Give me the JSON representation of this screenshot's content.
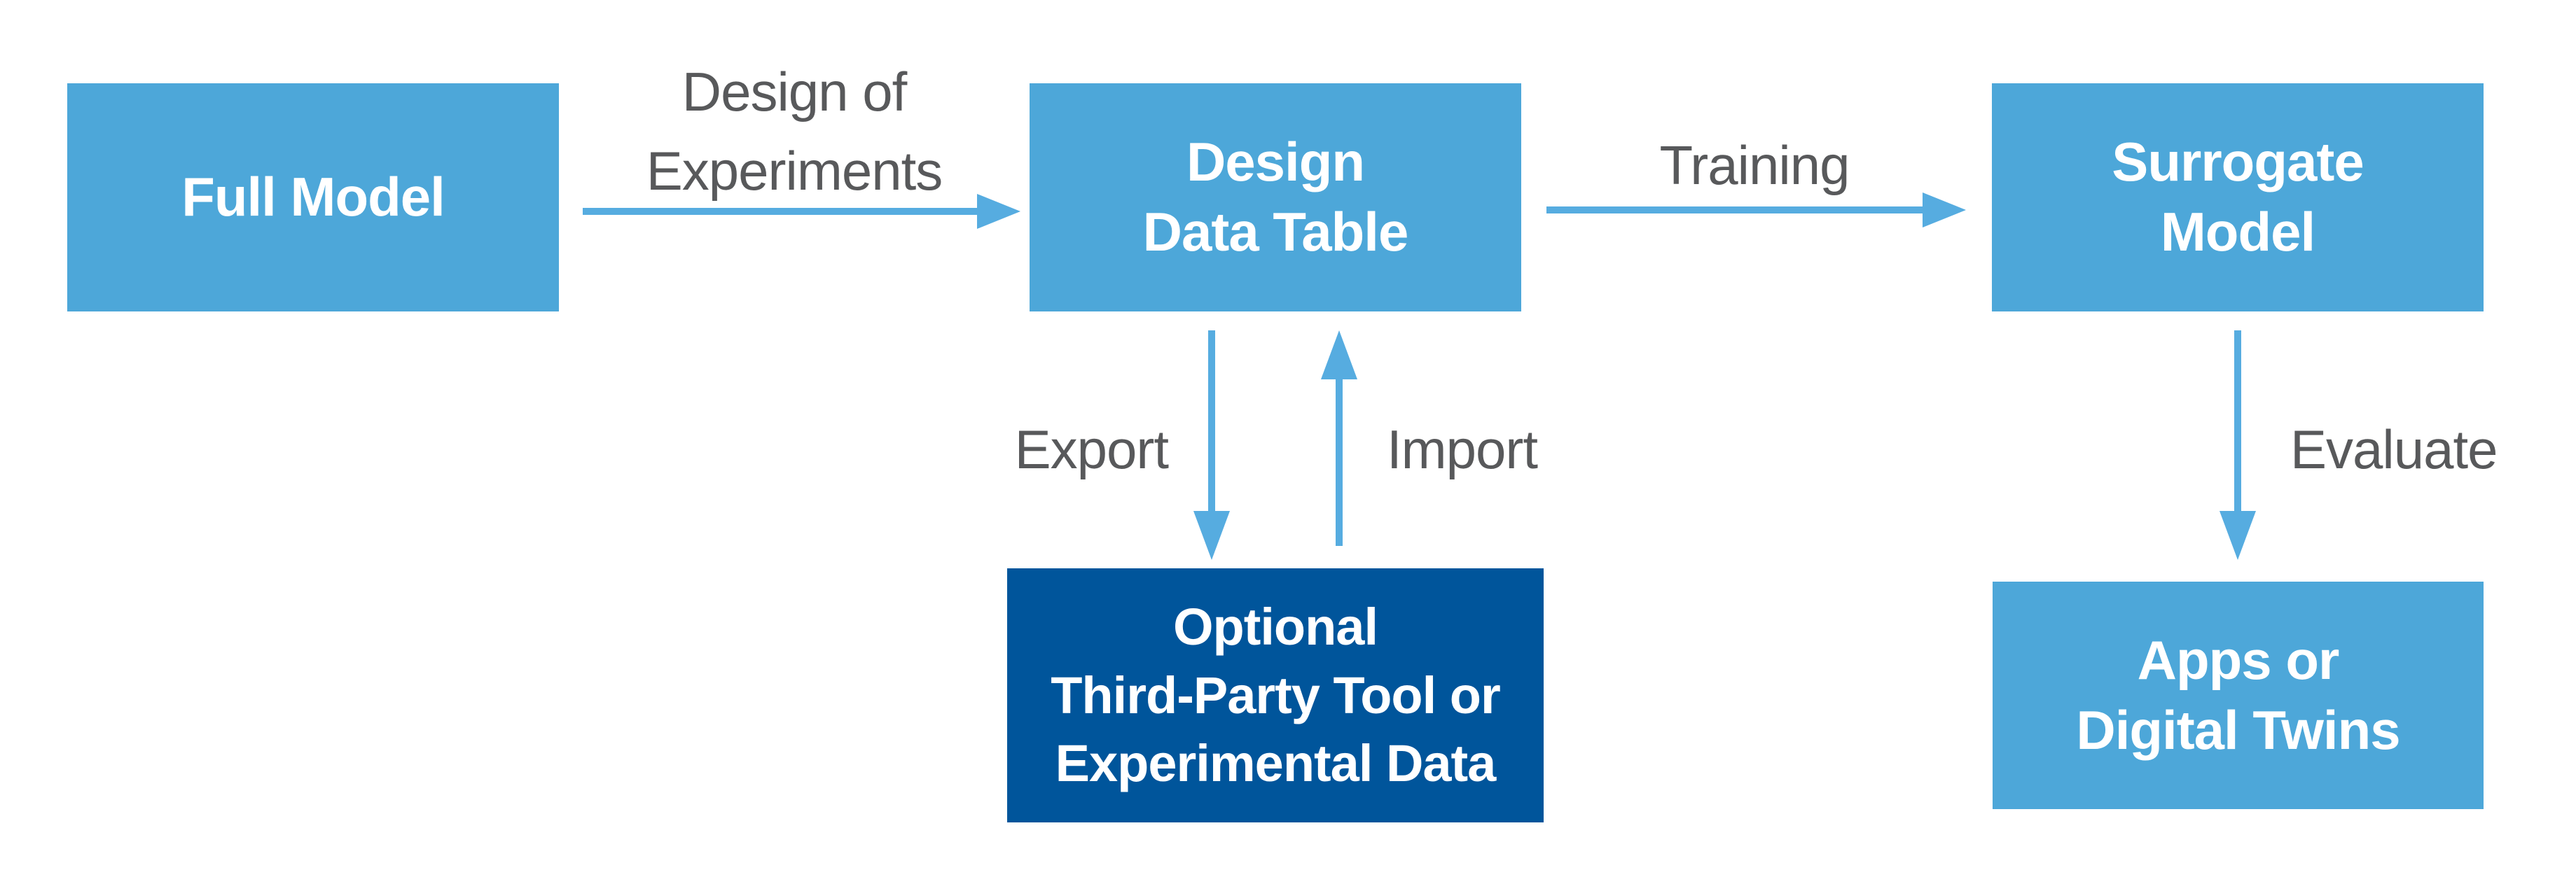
{
  "diagram": {
    "type": "flowchart",
    "nodes": [
      {
        "id": "full-model",
        "label": "Full Model",
        "style": "primary"
      },
      {
        "id": "design-data-table",
        "label": "Design\nData Table",
        "style": "primary"
      },
      {
        "id": "surrogate-model",
        "label": "Surrogate\nModel",
        "style": "primary"
      },
      {
        "id": "optional-third-party",
        "label": "Optional\nThird-Party Tool or\nExperimental Data",
        "style": "dark"
      },
      {
        "id": "apps-digital-twins",
        "label": "Apps or\nDigital Twins",
        "style": "primary"
      }
    ],
    "edges": [
      {
        "from": "full-model",
        "to": "design-data-table",
        "label": "Design of\nExperiments",
        "direction": "right"
      },
      {
        "from": "design-data-table",
        "to": "surrogate-model",
        "label": "Training",
        "direction": "right"
      },
      {
        "from": "design-data-table",
        "to": "optional-third-party",
        "label": "Export",
        "direction": "down"
      },
      {
        "from": "optional-third-party",
        "to": "design-data-table",
        "label": "Import",
        "direction": "up"
      },
      {
        "from": "surrogate-model",
        "to": "apps-digital-twins",
        "label": "Evaluate",
        "direction": "down"
      }
    ]
  },
  "colors": {
    "box-blue": "#4DA7D9",
    "box-dark-blue": "#00559B",
    "arrow-blue": "#56ACE0",
    "label-gray": "#58595B",
    "box-text": "#FFFFFF",
    "bg": "#FFFFFF"
  }
}
